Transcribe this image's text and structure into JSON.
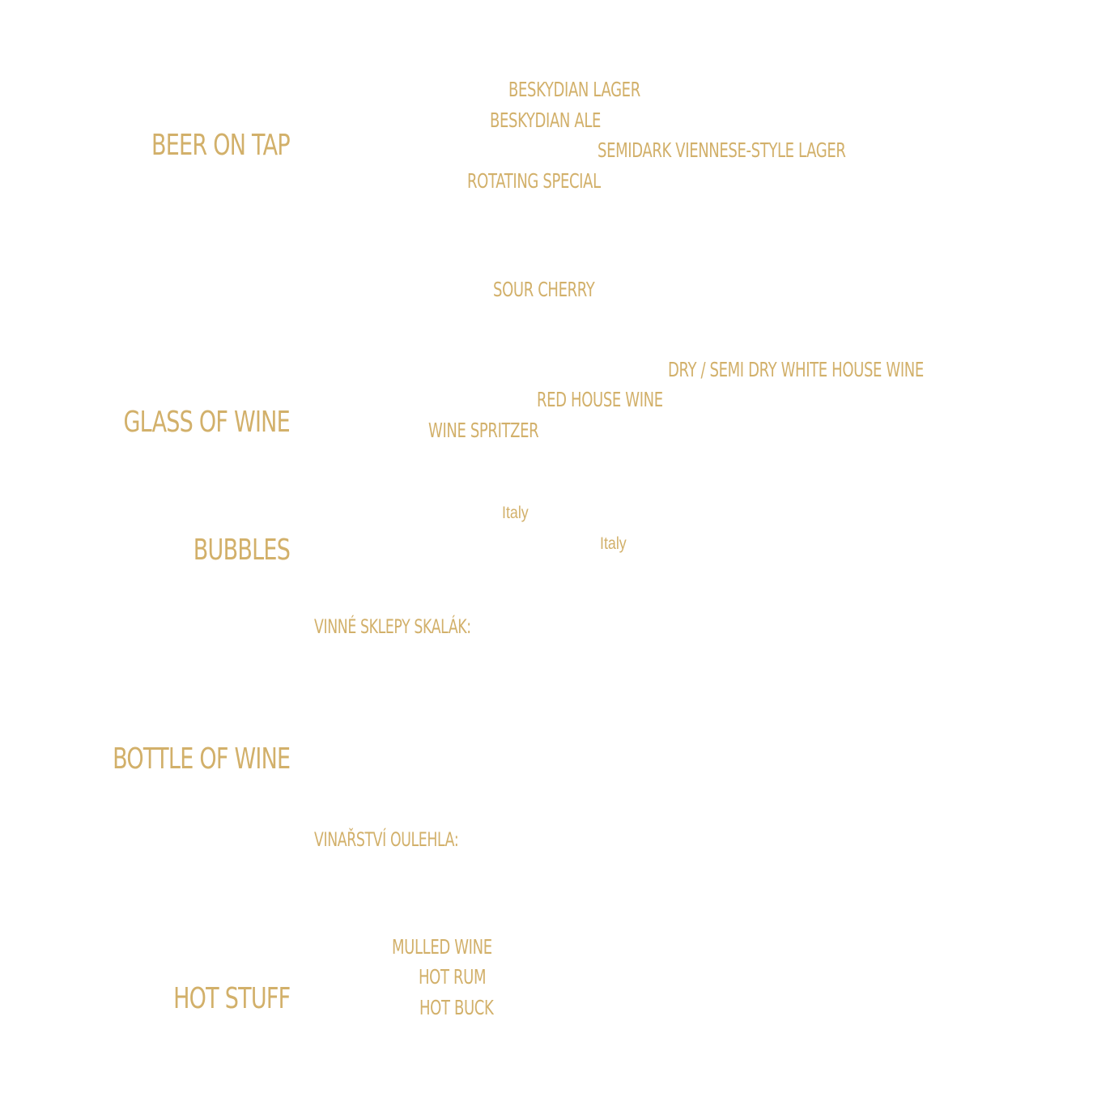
{
  "colors": {
    "background": "#ffffff",
    "accent_gold": "#d2b06a"
  },
  "sections": {
    "beer": {
      "title": "BEER ON TAP",
      "items": [
        "BESKYDIAN LAGER",
        "BESKYDIAN ALE",
        "SEMIDARK VIENNESE-STYLE LAGER",
        "ROTATING SPECIAL"
      ]
    },
    "cider": {
      "items": [
        "SOUR CHERRY"
      ]
    },
    "glass_wine": {
      "title": "GLASS OF WINE",
      "items": [
        "DRY / SEMI DRY WHITE HOUSE WINE",
        "RED HOUSE WINE",
        "WINE SPRITZER"
      ]
    },
    "bubbles": {
      "title": "BUBBLES",
      "origins": [
        "Italy",
        "Italy"
      ]
    },
    "bottle_wine": {
      "title": "BOTTLE OF WINE",
      "wineries": [
        "VINNÉ SKLEPY SKALÁK:",
        "VINAŘSTVÍ OULEHLA:"
      ]
    },
    "hot": {
      "title": "HOT STUFF",
      "items": [
        "MULLED WINE",
        "HOT RUM",
        "HOT BUCK"
      ]
    }
  }
}
